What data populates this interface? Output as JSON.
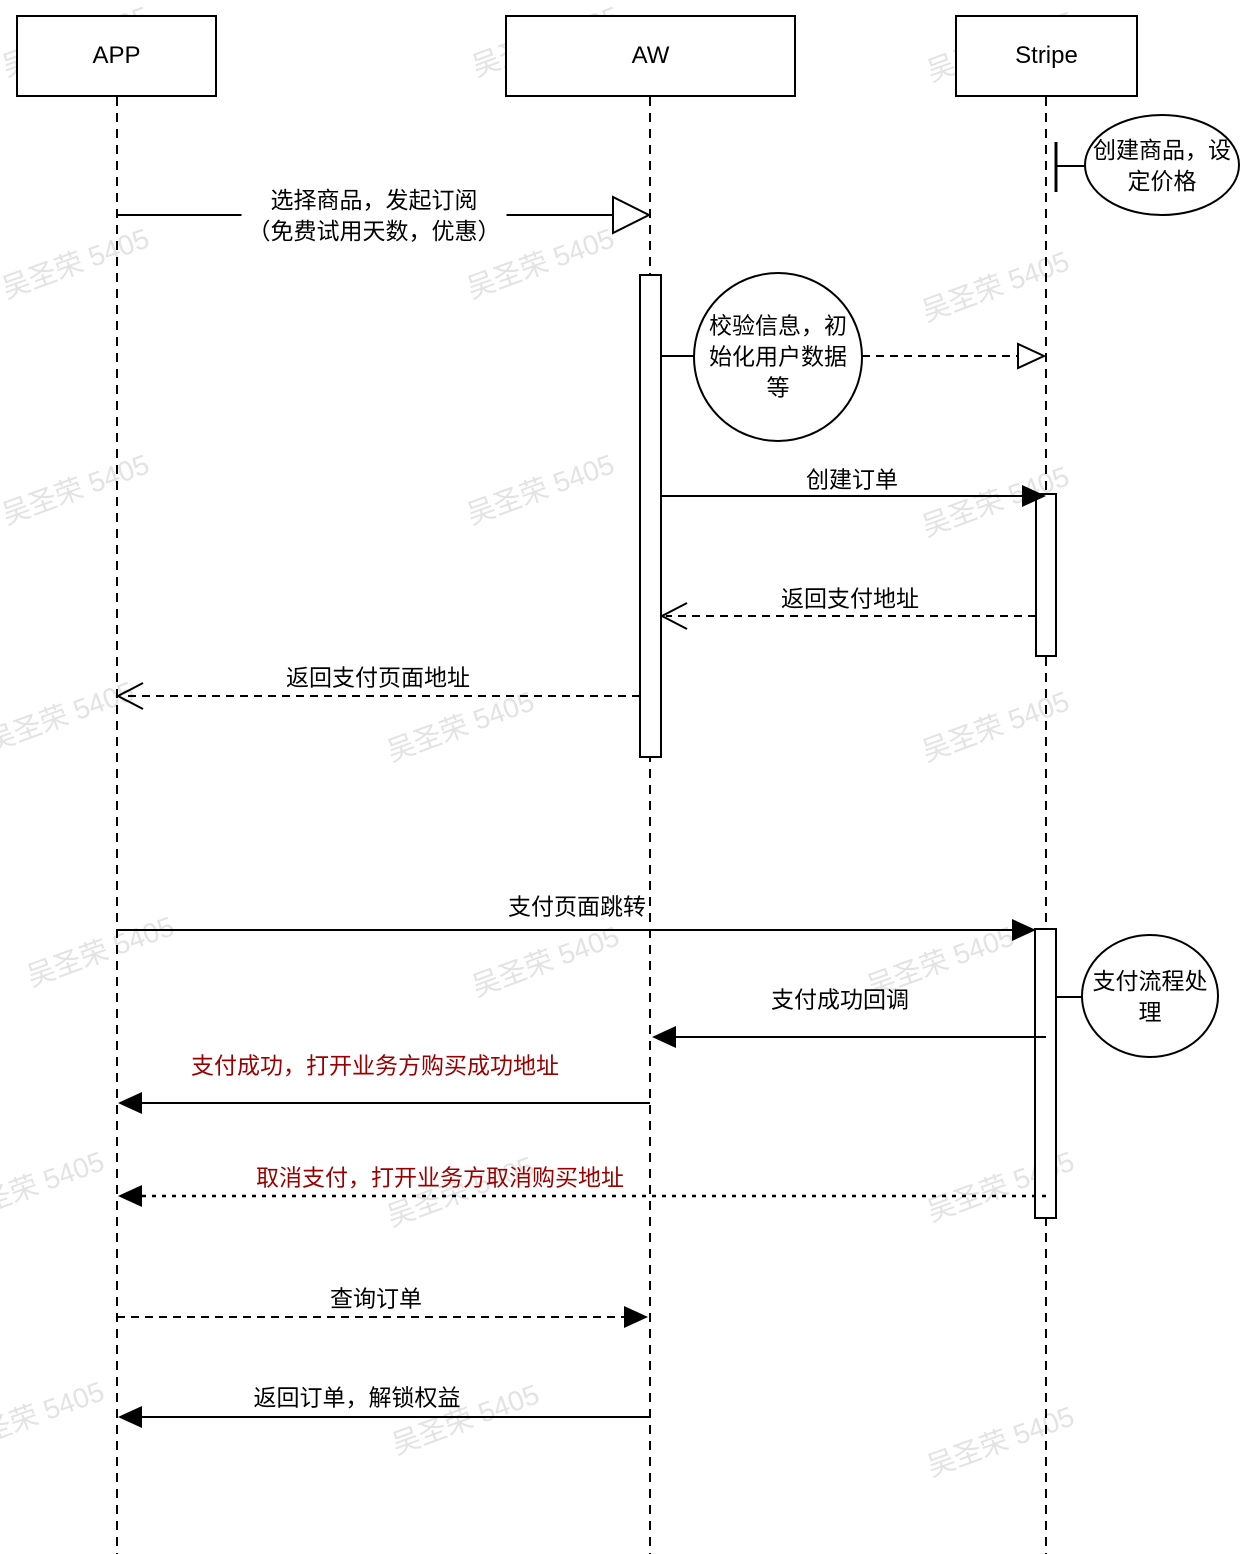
{
  "diagram": {
    "type": "sequence-diagram",
    "actors": [
      {
        "id": "app",
        "label": "APP"
      },
      {
        "id": "aw",
        "label": "AW"
      },
      {
        "id": "stripe",
        "label": "Stripe"
      }
    ],
    "messages": [
      {
        "label": "选择商品，发起订阅\n（免费试用天数，优惠）",
        "from": "APP",
        "to": "AW",
        "line": "solid",
        "arrow": "open-triangle",
        "color": "#000000"
      },
      {
        "label": "创建订单",
        "from": "AW",
        "to": "Stripe",
        "line": "solid",
        "arrow": "filled",
        "color": "#000000"
      },
      {
        "label": "返回支付地址",
        "from": "Stripe",
        "to": "AW",
        "line": "dashed",
        "arrow": "open",
        "color": "#000000"
      },
      {
        "label": "返回支付页面地址",
        "from": "AW",
        "to": "APP",
        "line": "dashed",
        "arrow": "open",
        "color": "#000000"
      },
      {
        "label": "支付页面跳转",
        "from": "APP",
        "to": "Stripe",
        "line": "solid",
        "arrow": "filled",
        "color": "#000000"
      },
      {
        "label": "支付成功回调",
        "from": "Stripe",
        "to": "AW",
        "line": "solid",
        "arrow": "filled",
        "color": "#000000"
      },
      {
        "label": "支付成功，打开业务方购买成功地址",
        "from": "AW",
        "to": "APP",
        "line": "solid",
        "arrow": "filled",
        "color": "#990000"
      },
      {
        "label": "取消支付，打开业务方取消购买地址",
        "from": "Stripe",
        "to": "APP",
        "line": "dotted",
        "arrow": "filled",
        "color": "#990000"
      },
      {
        "label": "查询订单",
        "from": "APP",
        "to": "AW",
        "line": "dashed",
        "arrow": "filled",
        "color": "#000000"
      },
      {
        "label": "返回订单，解锁权益",
        "from": "AW",
        "to": "APP",
        "line": "solid",
        "arrow": "filled",
        "color": "#000000"
      }
    ],
    "notes": [
      {
        "label": "创建商品，设\n定价格",
        "attached_to": "Stripe"
      },
      {
        "label": "校验信息，初\n始化用户数据\n等",
        "attached_to": "AW"
      },
      {
        "label": "支付流程处\n理",
        "attached_to": "Stripe"
      }
    ],
    "colors": {
      "line": "#000000",
      "highlight_text": "#990000",
      "watermark": "#e3e3e3",
      "background": "#ffffff"
    },
    "watermark_text": "吴圣荣 5405"
  }
}
